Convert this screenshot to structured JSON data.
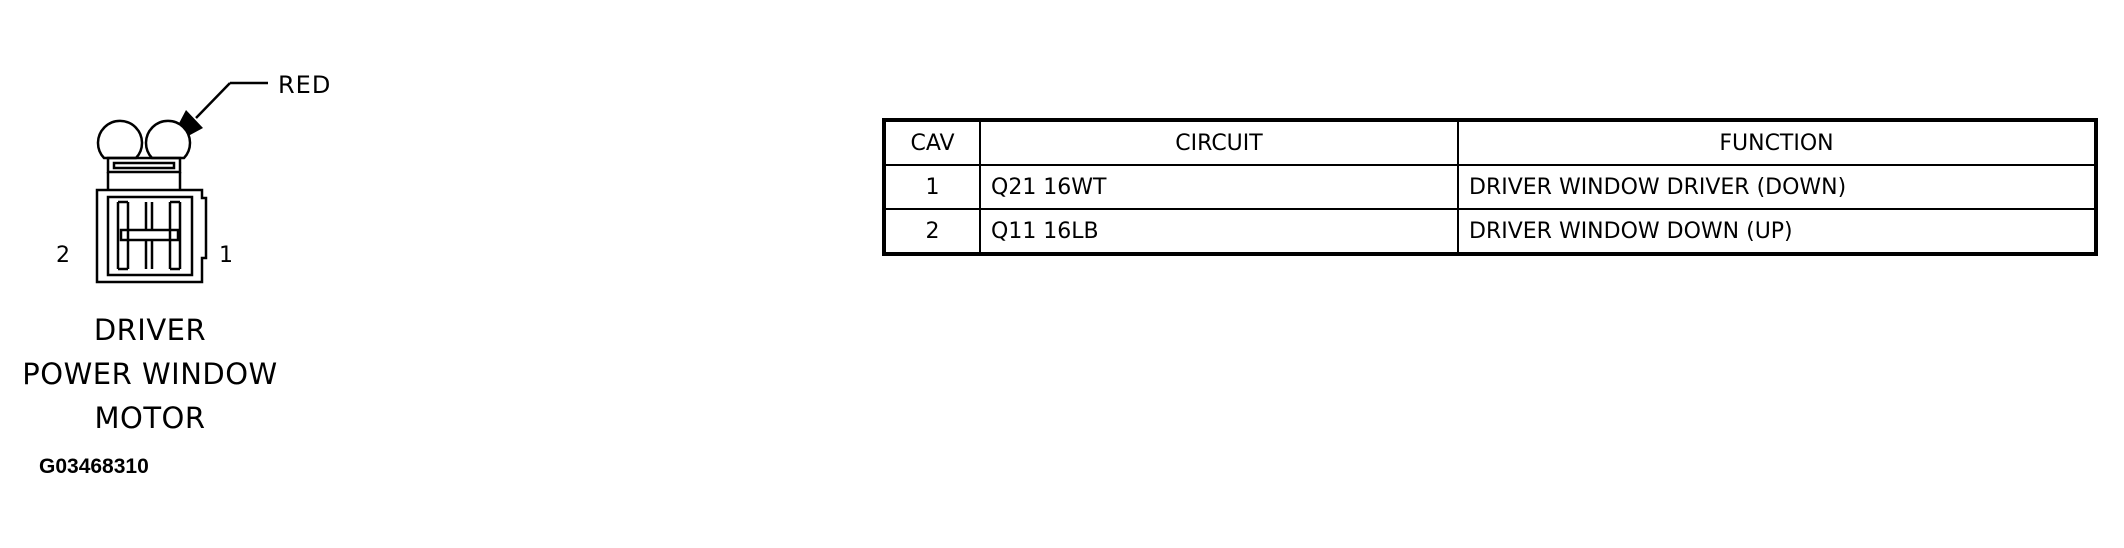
{
  "connector": {
    "color": "RED",
    "pin_labels": [
      "2",
      "1"
    ],
    "name_lines": [
      "DRIVER",
      "POWER WINDOW",
      "MOTOR"
    ]
  },
  "figure_id": "G03468310",
  "pinout_table": {
    "headers": [
      "CAV",
      "CIRCUIT",
      "FUNCTION"
    ],
    "rows": [
      {
        "cav": "1",
        "circuit": "Q21 16WT",
        "function": "DRIVER WINDOW DRIVER (DOWN)"
      },
      {
        "cav": "2",
        "circuit": "Q11 16LB",
        "function": "DRIVER WINDOW DOWN (UP)"
      }
    ]
  }
}
